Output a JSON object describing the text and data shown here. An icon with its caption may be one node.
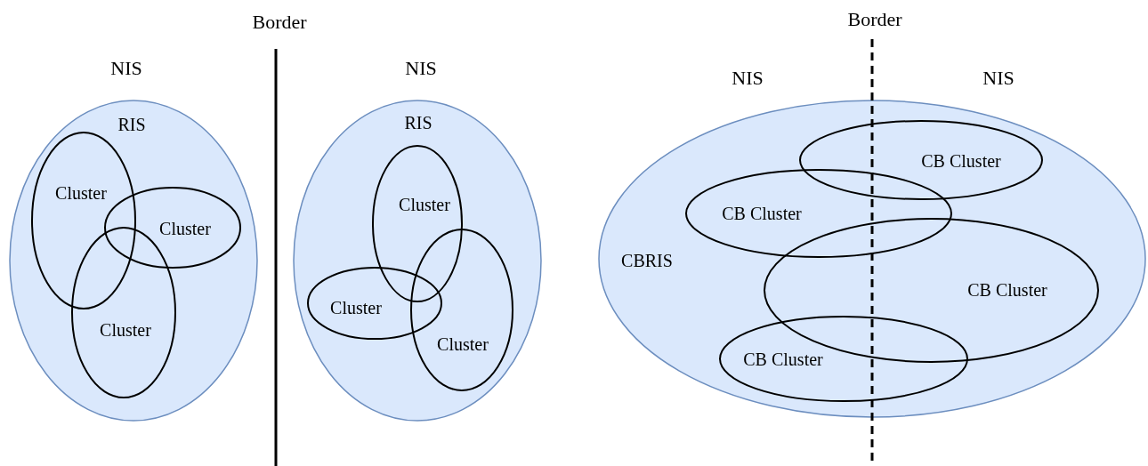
{
  "diagram": {
    "nodes": [
      {
        "text": [
          "RIS"
        ]
      },
      {
        "text": [
          "Cluster"
        ],
        "in": 0
      },
      {
        "text": [
          "Cluster"
        ],
        "in": 0
      },
      {
        "text": [
          "Cluster"
        ],
        "in": 0
      },
      {
        "text": [
          "RIS"
        ]
      },
      {
        "text": [
          "Cluster"
        ],
        "in": 4
      },
      {
        "text": [
          "Cluster"
        ],
        "in": 4
      },
      {
        "text": [
          "Cluster"
        ],
        "in": 4
      },
      {
        "text": [
          "CBRIS"
        ]
      },
      {
        "text": [
          "CB Cluster"
        ],
        "in": 8
      },
      {
        "text": [
          "CB Cluster"
        ],
        "in": 8
      },
      {
        "text": [
          "CB Cluster"
        ],
        "in": 8
      },
      {
        "text": [
          "CB Cluster"
        ],
        "in": 8
      }
    ],
    "labels": [
      "Border",
      "NIS",
      "NIS",
      "Border",
      "NIS",
      "NIS"
    ]
  }
}
